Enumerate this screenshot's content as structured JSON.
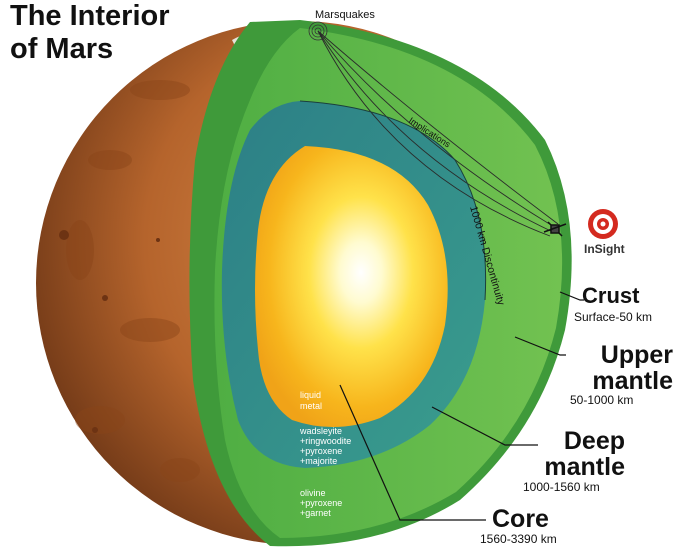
{
  "title": {
    "line1": "The Interior",
    "line2": "of Mars"
  },
  "annotations": {
    "marsquakes": "Marsquakes",
    "implications": "Implications",
    "discontinuity": "1000 km Discontinuity",
    "liquid_metal_line1": "liquid",
    "liquid_metal_line2": "metal",
    "deep_minerals": [
      "wadsleyite",
      "+ringwoodite",
      "+pyroxene",
      "+majorite"
    ],
    "upper_minerals": [
      "olivine",
      "+pyroxene",
      "+garnet"
    ]
  },
  "layers": {
    "crust": {
      "name": "Crust",
      "range": "Surface-50 km"
    },
    "upper_mantle": {
      "name_line1": "Upper",
      "name_line2": "mantle",
      "range": "50-1000 km"
    },
    "deep_mantle": {
      "name_line1": "Deep",
      "name_line2": "mantle",
      "range": "1000-1560 km"
    },
    "core": {
      "name": "Core",
      "range": "1560-3390 km"
    }
  },
  "logo": {
    "text": "InSight"
  },
  "colors": {
    "mars_surface": "#b5642c",
    "crust_green": "#3f9a3a",
    "upper_mantle_green": "#62b84a",
    "deep_mantle_teal": "#2f8f8c",
    "core_yellow": "#f6b51e",
    "core_center": "#ffffff"
  }
}
